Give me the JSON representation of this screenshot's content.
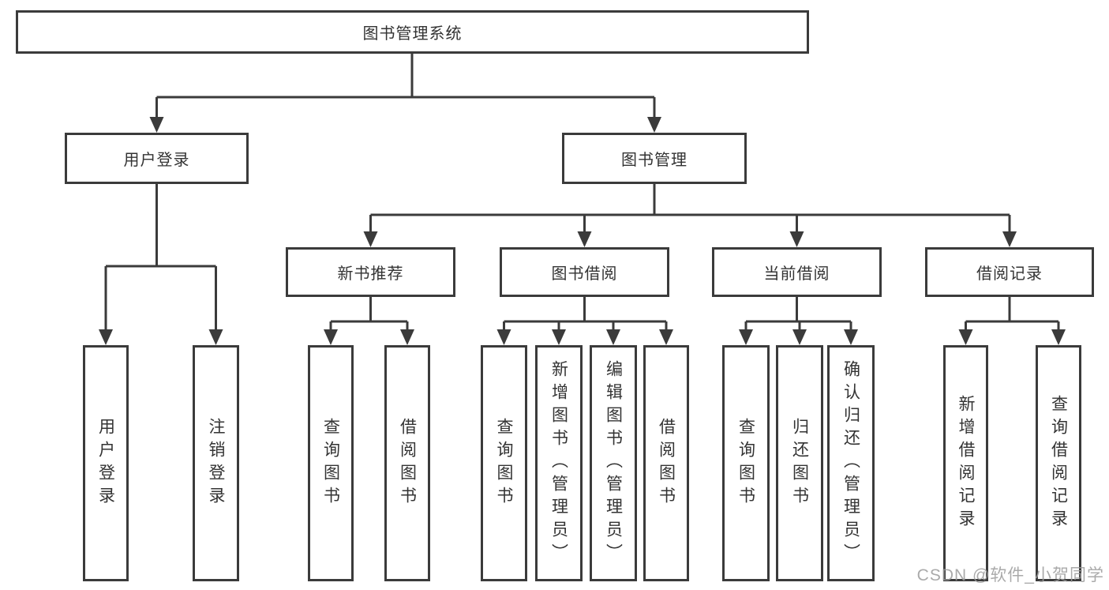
{
  "diagram": {
    "root": {
      "label": "图书管理系统"
    },
    "branches": [
      {
        "label": "用户登录",
        "children": [
          {
            "label": "用户登录"
          },
          {
            "label": "注销登录"
          }
        ]
      },
      {
        "label": "图书管理",
        "children": [
          {
            "label": "新书推荐",
            "children": [
              {
                "label": "查询图书"
              },
              {
                "label": "借阅图书"
              }
            ]
          },
          {
            "label": "图书借阅",
            "children": [
              {
                "label": "查询图书"
              },
              {
                "label": "新增图书（管理员）"
              },
              {
                "label": "编辑图书（管理员）"
              },
              {
                "label": "借阅图书"
              }
            ]
          },
          {
            "label": "当前借阅",
            "children": [
              {
                "label": "查询图书"
              },
              {
                "label": "归还图书"
              },
              {
                "label": "确认归还（管理员）"
              }
            ]
          },
          {
            "label": "借阅记录",
            "children": [
              {
                "label": "新增借阅记录"
              },
              {
                "label": "查询借阅记录"
              }
            ]
          }
        ]
      }
    ]
  },
  "watermark": {
    "text": "CSDN @软件_小贺同学"
  },
  "colors": {
    "line": "#3b3b3b",
    "ink": "#333333",
    "watermark": "#9c9c9c",
    "background": "#ffffff"
  }
}
